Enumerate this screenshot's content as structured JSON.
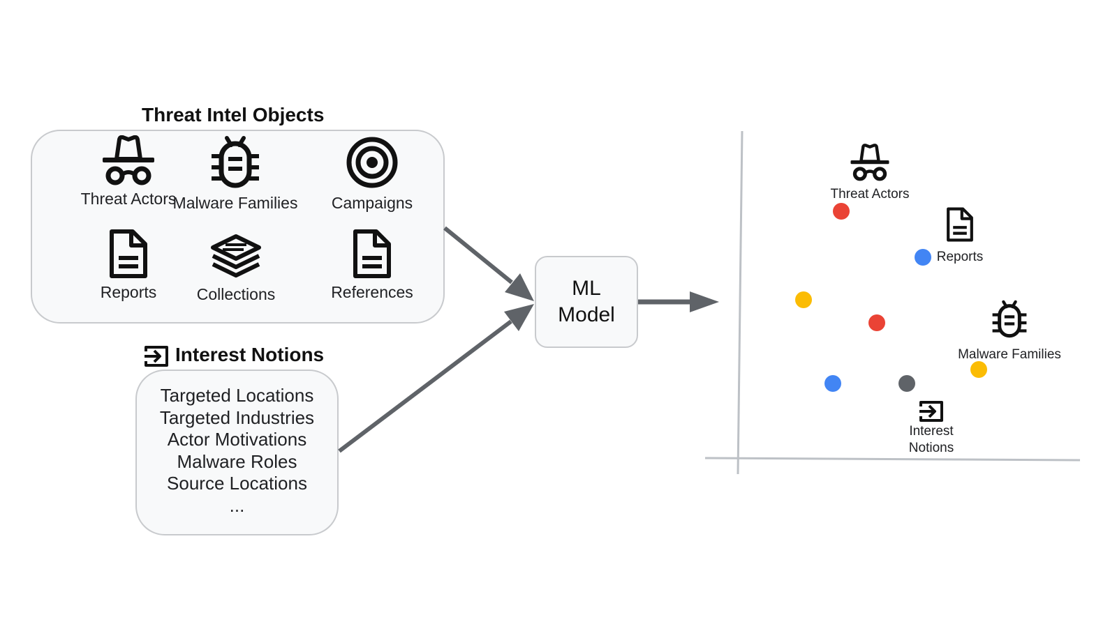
{
  "colors": {
    "red": "#ea4335",
    "blue": "#4285f4",
    "yellow": "#fbbc04",
    "gray": "#5f6368",
    "arrow": "#5f6368",
    "axis": "#bdc1c6"
  },
  "threat_intel": {
    "title": "Threat Intel Objects",
    "items": [
      {
        "label": "Threat Actors",
        "icon": "spy-icon"
      },
      {
        "label": "Malware Families",
        "icon": "bug-icon"
      },
      {
        "label": "Campaigns",
        "icon": "target-icon"
      },
      {
        "label": "Reports",
        "icon": "document-icon"
      },
      {
        "label": "Collections",
        "icon": "stack-icon"
      },
      {
        "label": "References",
        "icon": "document-icon"
      }
    ]
  },
  "interest_notions": {
    "title": "Interest Notions",
    "icon": "input-icon",
    "items": [
      "Targeted Locations",
      "Targeted Industries",
      "Actor Motivations",
      "Malware Roles",
      "Source Locations",
      "..."
    ]
  },
  "model": {
    "line1": "ML",
    "line2": "Model"
  },
  "embedding_space": {
    "labels": {
      "threat_actors": "Threat Actors",
      "reports": "Reports",
      "malware_families": "Malware Families",
      "interest_notions_line1": "Interest",
      "interest_notions_line2": "Notions"
    },
    "dot_colors": [
      "red",
      "blue",
      "yellow",
      "red",
      "blue",
      "gray",
      "yellow"
    ]
  }
}
